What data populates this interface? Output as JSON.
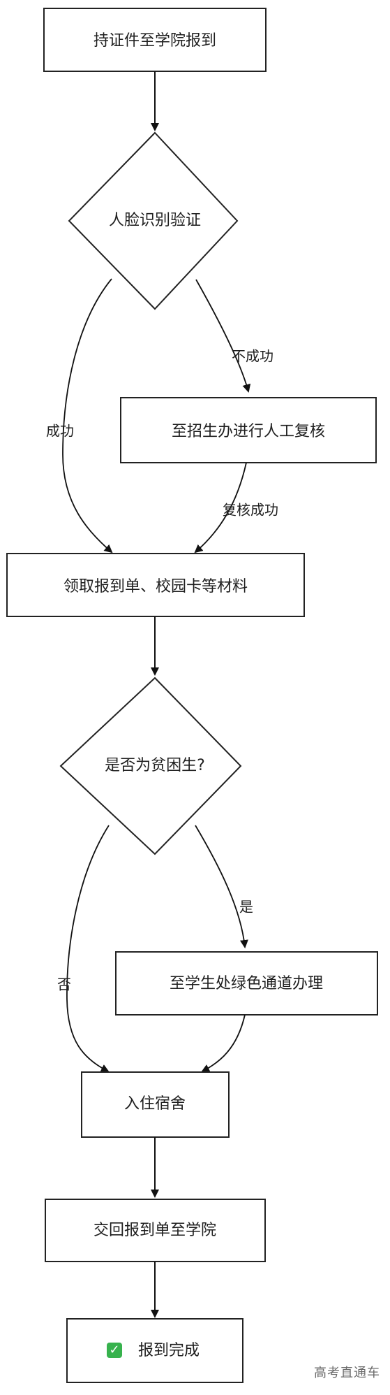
{
  "nodes": {
    "start": {
      "label": "持证件至学院报到"
    },
    "face_check": {
      "label": "人脸识别验证"
    },
    "manual_review": {
      "label": "至招生办进行人工复核"
    },
    "collect_materials": {
      "label": "领取报到单、校园卡等材料"
    },
    "poverty_check": {
      "label": "是否为贫困生?"
    },
    "green_channel": {
      "label": "至学生处绿色通道办理"
    },
    "dorm": {
      "label": "入住宿舍"
    },
    "return_form": {
      "label": "交回报到单至学院"
    },
    "done": {
      "label": "报到完成",
      "icon": "check-mark-icon",
      "icon_color": "#37b24d"
    }
  },
  "edges": {
    "face_fail": {
      "label": "不成功"
    },
    "face_success": {
      "label": "成功"
    },
    "review_success": {
      "label": "复核成功"
    },
    "poverty_yes": {
      "label": "是"
    },
    "poverty_no": {
      "label": "否"
    }
  },
  "watermark": {
    "text": "高考直通车"
  }
}
